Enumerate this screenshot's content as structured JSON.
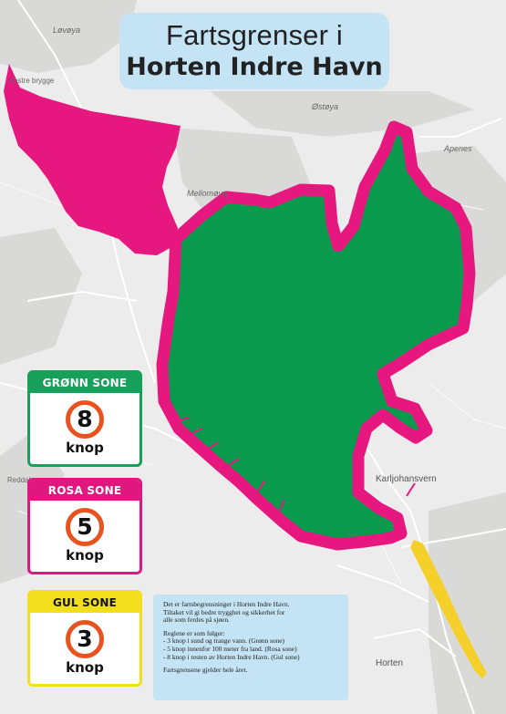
{
  "title": {
    "line1": "Fartsgrenser i",
    "line2": "Horten Indre Havn"
  },
  "colors": {
    "green_zone": "#0a9a4e",
    "rosa_zone": "#e6177e",
    "yellow_zone": "#f5d02a",
    "land": "#ececec",
    "info_background": "#c4e3f5",
    "sign_ring": "#e8521e"
  },
  "legend": [
    {
      "id": "green",
      "header": "GRØNN SONE",
      "value": "8",
      "unit": "knop"
    },
    {
      "id": "rosa",
      "header": "ROSA SONE",
      "value": "5",
      "unit": "knop"
    },
    {
      "id": "gul",
      "header": "GUL SONE",
      "value": "3",
      "unit": "knop"
    }
  ],
  "info": {
    "intro_1": "Det er fartsbegrensninger i Horten Indre Havn.",
    "intro_2": "Tiltaket vil gi bedre trygghet og sikkerhet for",
    "intro_3": "alle som ferdes på sjøen.",
    "rules_heading": "Reglene er som følger:",
    "rule_1": "- 3 knop i sund og trange vann. (Grønn sone)",
    "rule_2": "- 5 knop innenfor 100 meter fra land. (Rosa sone)",
    "rule_3": "- 8 knop i resten av Horten Indre Havn. (Gul sone)",
    "footer": "Fartsgrensene gjelder hele året."
  },
  "map_labels": {
    "mellomøya": "Mellomøya",
    "østøya": "Østøya",
    "karljohansvern": "Karljohansvern",
    "horten": "Horten",
    "lövøya": "Løvøya",
    "vestre_brygge": "Vestre brygge",
    "reddal": "Reddal",
    "apenes": "Apenes"
  }
}
